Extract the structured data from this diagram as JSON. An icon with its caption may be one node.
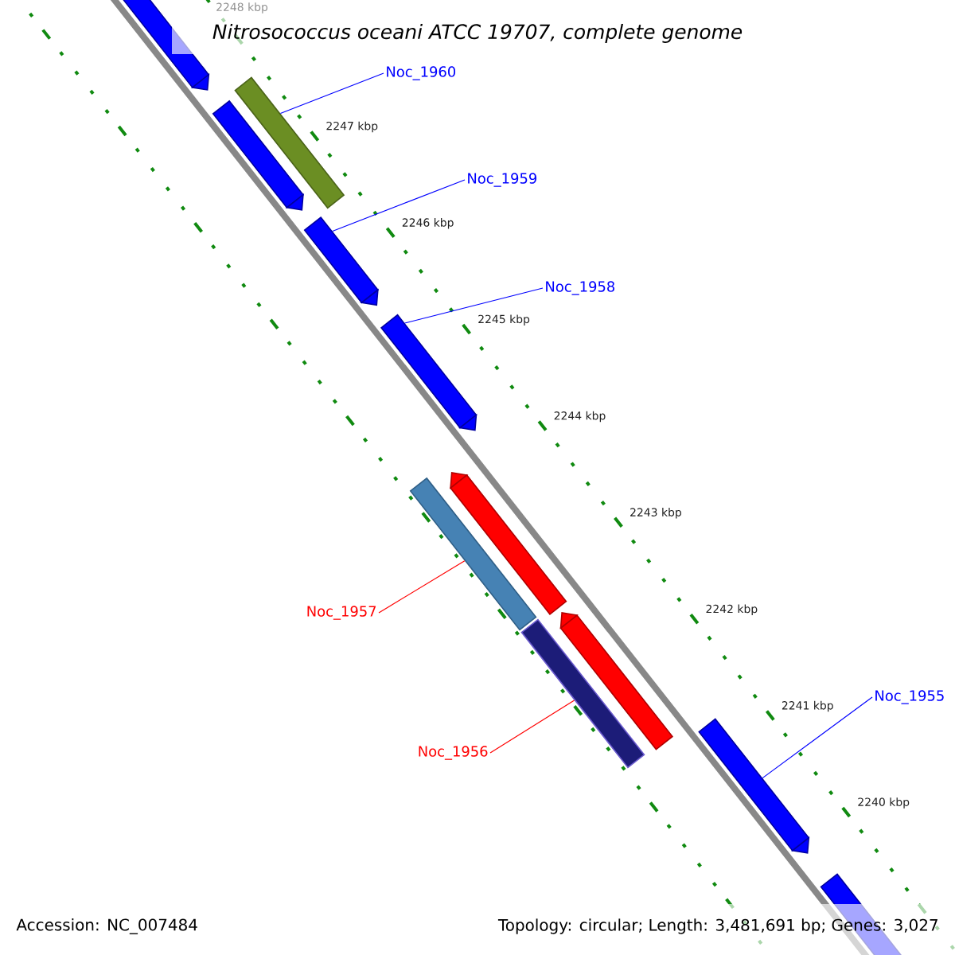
{
  "diagram": {
    "title": "Nitrosococcus oceani ATCC 19707, complete genome",
    "nodes": [
      {
        "text": [],
        "shape": "arrow"
      },
      {
        "text": [],
        "shape": "bar"
      },
      {
        "text": [
          "Noc_1960"
        ]
      },
      {
        "text": [],
        "shape": "arrow"
      },
      {
        "text": [],
        "shape": "arrow"
      },
      {
        "text": [
          "Noc_1959"
        ]
      },
      {
        "text": [],
        "shape": "arrow"
      },
      {
        "text": [
          "Noc_1958"
        ]
      },
      {
        "text": [],
        "shape": "arrow"
      },
      {
        "text": [],
        "shape": "bar"
      },
      {
        "text": [
          "Noc_1957"
        ]
      },
      {
        "text": [],
        "shape": "arrow"
      },
      {
        "text": [],
        "shape": "bar"
      },
      {
        "text": [
          "Noc_1956"
        ]
      },
      {
        "text": [],
        "shape": "arrow"
      },
      {
        "text": [
          "Noc_1955"
        ]
      },
      {
        "text": [],
        "shape": "arrow"
      }
    ],
    "edges": [
      {
        "from": 2,
        "to": 1,
        "arrow": "none"
      },
      {
        "from": 5,
        "to": 4,
        "arrow": "none"
      },
      {
        "from": 7,
        "to": 6,
        "arrow": "none"
      },
      {
        "from": 10,
        "to": 9,
        "arrow": "none",
        "color": "#ff0000"
      },
      {
        "from": 13,
        "to": 12,
        "arrow": "none",
        "color": "#ff0000"
      },
      {
        "from": 15,
        "to": 14,
        "arrow": "none"
      }
    ],
    "labels": [
      "2248 kbp",
      "2247 kbp",
      "2246 kbp",
      "2245 kbp",
      "2244 kbp",
      "2243 kbp",
      "2242 kbp",
      "2241 kbp",
      "2240 kbp",
      "Accession: NC_007484",
      "Topology: circular; Length: 3,481,691 bp; Genes: 3,027"
    ]
  }
}
